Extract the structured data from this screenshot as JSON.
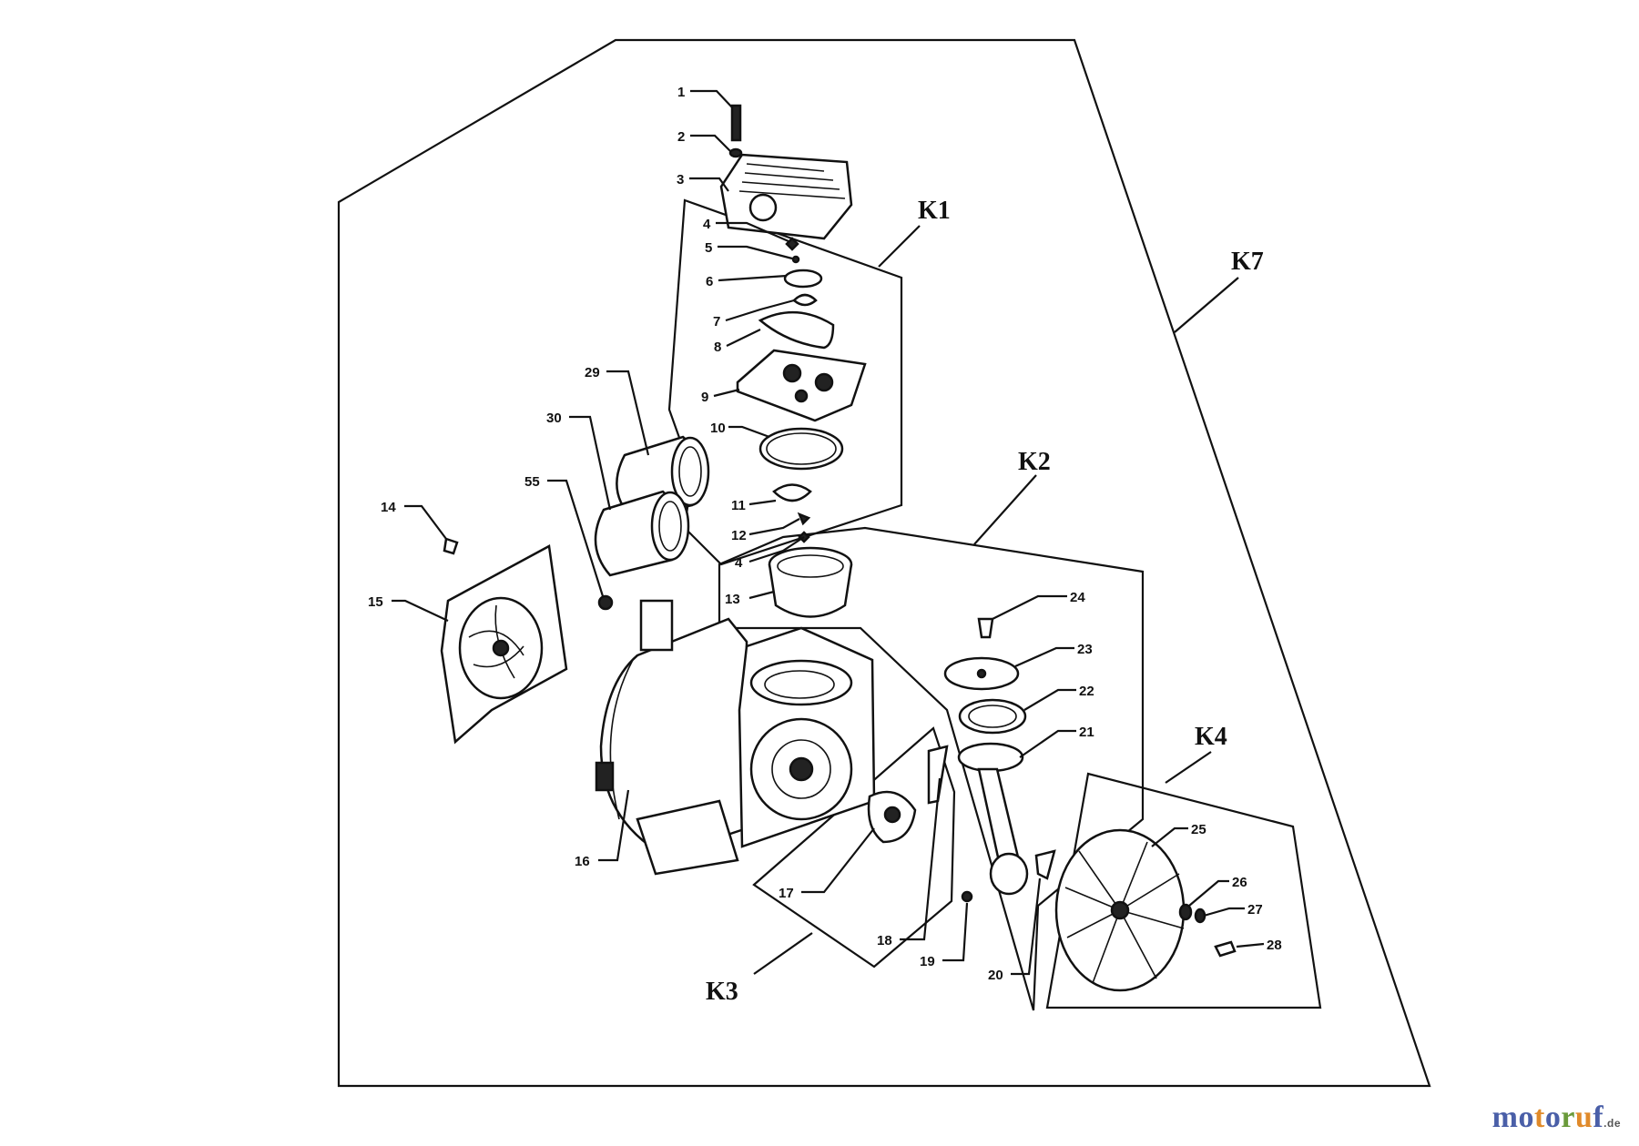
{
  "groups": [
    {
      "id": "K1",
      "label": "K1"
    },
    {
      "id": "K2",
      "label": "K2"
    },
    {
      "id": "K3",
      "label": "K3"
    },
    {
      "id": "K4",
      "label": "K4"
    },
    {
      "id": "K7",
      "label": "K7"
    }
  ],
  "parts": [
    "1",
    "2",
    "3",
    "4",
    "5",
    "6",
    "7",
    "8",
    "9",
    "10",
    "11",
    "12",
    "4",
    "13",
    "14",
    "15",
    "16",
    "17",
    "18",
    "19",
    "20",
    "21",
    "22",
    "23",
    "24",
    "25",
    "26",
    "27",
    "28",
    "29",
    "30",
    "55"
  ],
  "watermark": {
    "text": "motoruf",
    "tld": ".de"
  }
}
